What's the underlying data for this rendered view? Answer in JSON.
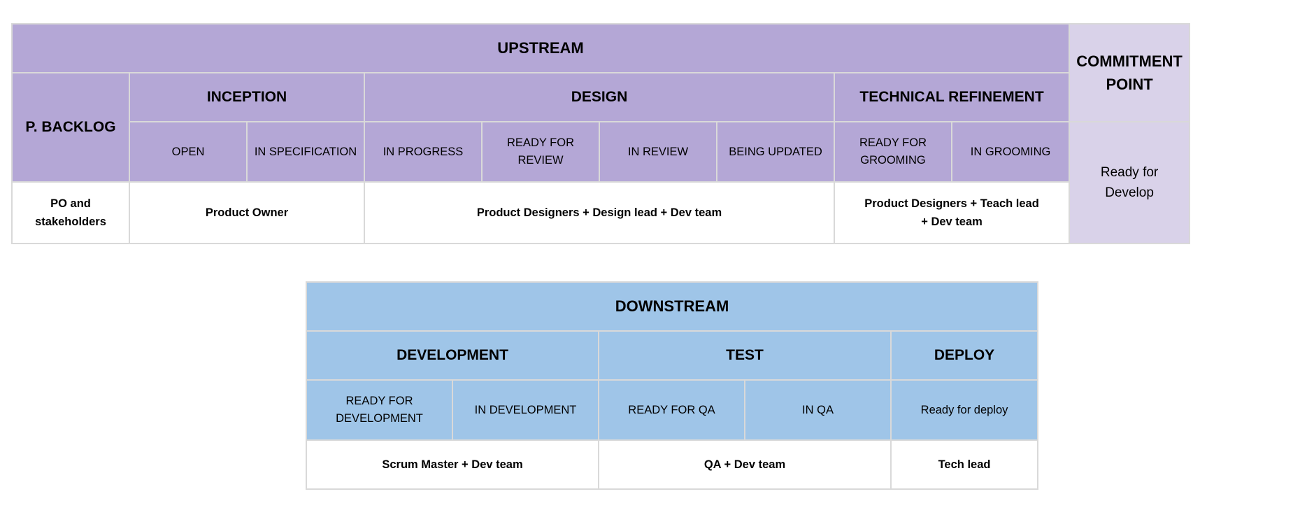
{
  "upstream": {
    "title": "UPSTREAM",
    "backlog_label": "P. BACKLOG",
    "commitment": {
      "label": "COMMITMENT POINT",
      "value": "Ready for Develop"
    },
    "stages": [
      {
        "label": "INCEPTION",
        "columns": [
          "OPEN",
          "IN SPECIFICATION"
        ],
        "owner": "Product Owner"
      },
      {
        "label": "DESIGN",
        "columns": [
          "IN PROGRESS",
          "READY FOR REVIEW",
          "IN REVIEW",
          "BEING UPDATED"
        ],
        "owner": "Product Designers + Design lead + Dev team"
      },
      {
        "label": "TECHNICAL REFINEMENT",
        "columns": [
          "READY FOR GROOMING",
          "IN GROOMING"
        ],
        "owner": "Product Designers + Teach lead + Dev team"
      }
    ],
    "backlog_owner": "PO and stakeholders"
  },
  "downstream": {
    "title": "DOWNSTREAM",
    "stages": [
      {
        "label": "DEVELOPMENT",
        "columns": [
          "READY FOR DEVELOPMENT",
          "IN DEVELOPMENT"
        ],
        "owner": "Scrum Master + Dev team"
      },
      {
        "label": "TEST",
        "columns": [
          "READY FOR QA",
          "IN QA"
        ],
        "owner": "QA + Dev team"
      },
      {
        "label": "DEPLOY",
        "columns": [
          "Ready for deploy"
        ],
        "owner": "Tech lead"
      }
    ]
  },
  "colors": {
    "upstream_header": "#b4a7d6",
    "commitment_point": "#d9d2e9",
    "downstream_header": "#9fc5e8",
    "border": "#d9d9d9"
  }
}
